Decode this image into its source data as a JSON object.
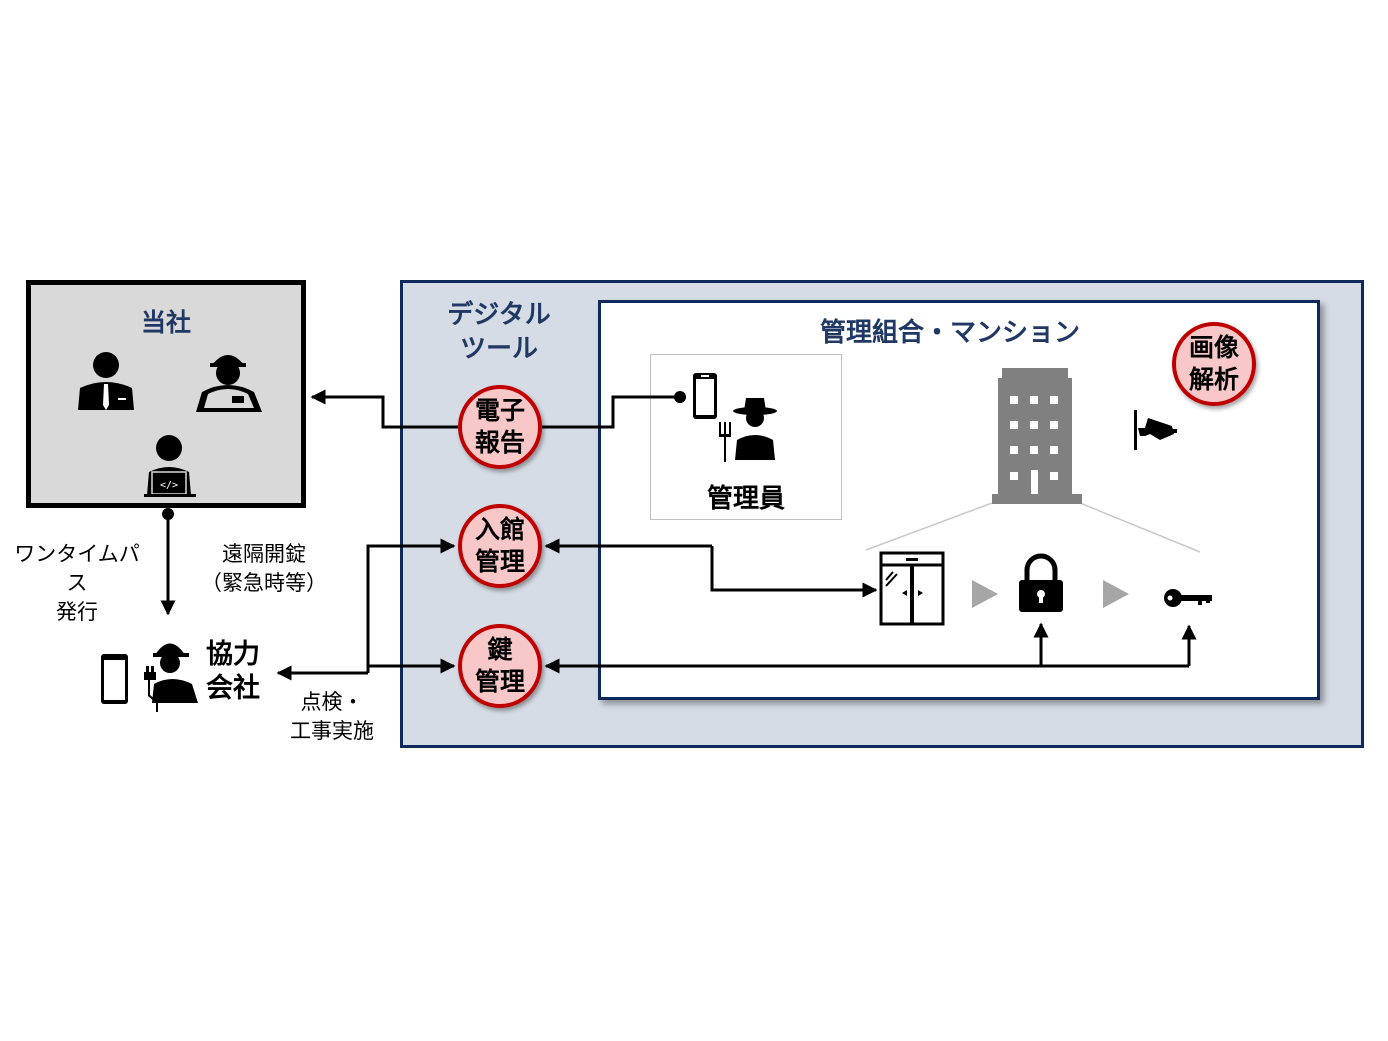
{
  "company": {
    "title": "当社",
    "members": [
      "businessman-icon",
      "delivery-worker-icon",
      "developer-icon"
    ]
  },
  "digital_tools": {
    "title_line1": "デジタル",
    "title_line2": "ツール",
    "badges": [
      {
        "line1": "電子",
        "line2": "報告"
      },
      {
        "line1": "入館",
        "line2": "管理"
      },
      {
        "line1": "鍵",
        "line2": "管理"
      }
    ]
  },
  "mansion": {
    "title": "管理組合・マンション",
    "manager_label": "管理員",
    "image_analysis": {
      "line1": "画像",
      "line2": "解析"
    }
  },
  "partner": {
    "line1": "協力",
    "line2": "会社"
  },
  "labels": {
    "one_time_pass_line1": "ワンタイムパス",
    "one_time_pass_line2": "発行",
    "remote_unlock_line1": "遠隔開錠",
    "remote_unlock_line2": "（緊急時等）",
    "inspection_line1": "点検・",
    "inspection_line2": "工事実施"
  },
  "colors": {
    "title_navy": "#1f3864",
    "badge_fill": "#f8c8c8",
    "badge_border": "#c00000",
    "panel_bg": "#d6dce5",
    "company_bg": "#d9d9d9",
    "building_gray": "#808080"
  }
}
